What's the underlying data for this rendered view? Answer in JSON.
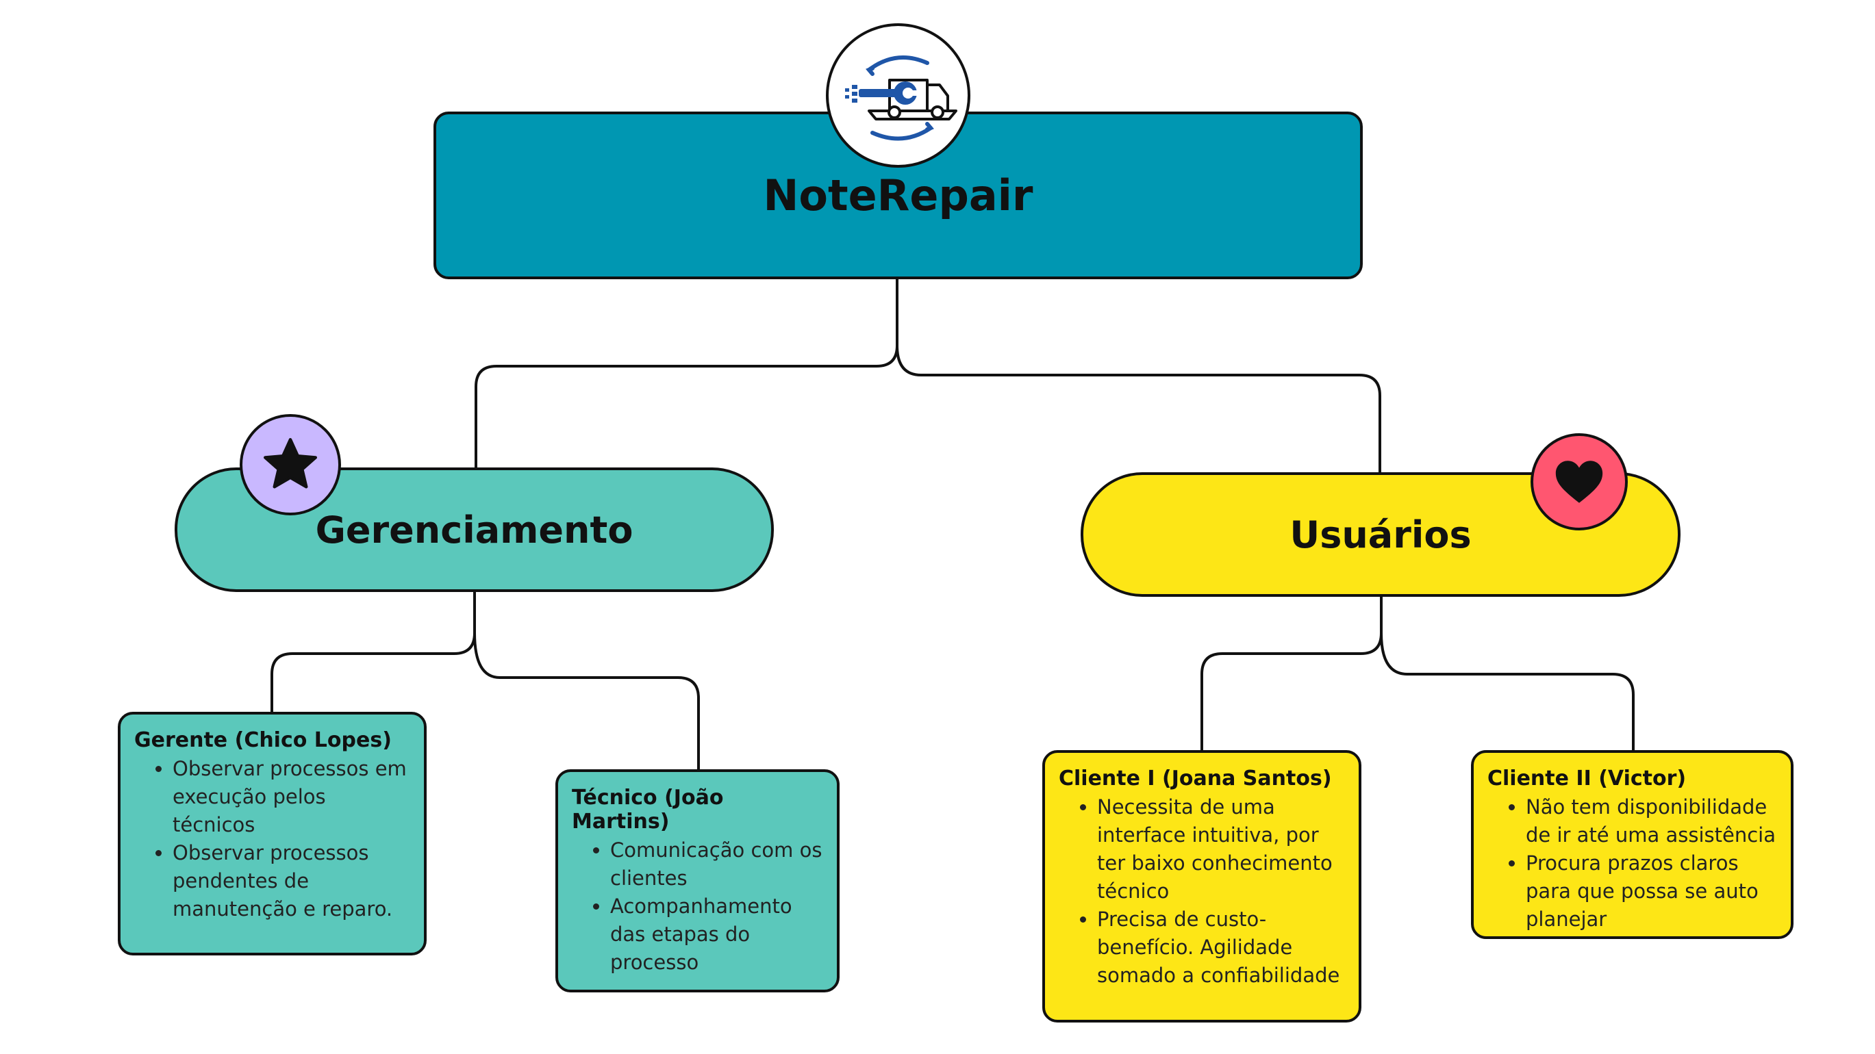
{
  "root": {
    "title": "NoteRepair",
    "logo_icon": "laptop-repair-truck-icon"
  },
  "branches": [
    {
      "title": "Gerenciamento",
      "badge_icon": "star-icon",
      "badge_color": "#c9b8ff",
      "fill": "#5bc8bb",
      "cards": [
        {
          "title": "Gerente (Chico Lopes)",
          "items": [
            "Observar processos em execução pelos técnicos",
            "Observar processos pendentes de manutenção e reparo."
          ]
        },
        {
          "title": "Técnico (João Martins)",
          "items": [
            "Comunicação com os clientes",
            "Acompanhamento das etapas do processo"
          ]
        }
      ]
    },
    {
      "title": "Usuários",
      "badge_icon": "heart-icon",
      "badge_color": "#ff5670",
      "fill": "#fde616",
      "cards": [
        {
          "title": "Cliente I (Joana Santos)",
          "items": [
            "Necessita de uma interface intuitiva, por ter baixo conhecimento técnico",
            "Precisa de custo-benefício. Agilidade somado a confiabilidade"
          ]
        },
        {
          "title": "Cliente II (Victor)",
          "items": [
            "Não tem disponibilidade de ir até uma assistência",
            "Procura prazos claros para que possa se auto planejar"
          ]
        }
      ]
    }
  ],
  "colors": {
    "root_fill": "#0097b2",
    "outline": "#111111",
    "logo_blue": "#1f56a8"
  }
}
